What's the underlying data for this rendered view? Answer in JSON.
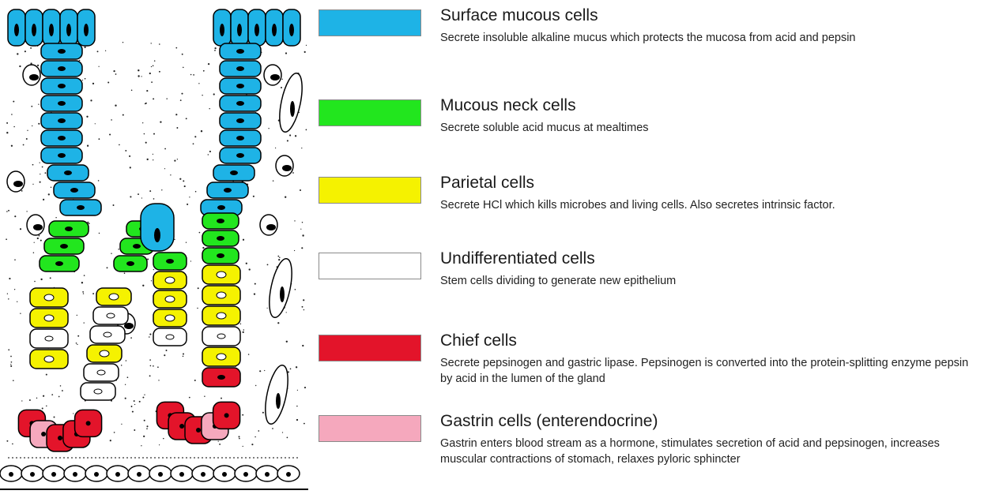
{
  "legend": [
    {
      "name": "surface",
      "color": "#1eb3e6",
      "title": "Surface mucous cells",
      "description": "Secrete insoluble alkaline mucus which protects the mucosa from acid and pepsin"
    },
    {
      "name": "mucous-neck",
      "color": "#22e61e",
      "title": "Mucous neck cells",
      "description": "Secrete soluble acid mucus at mealtimes"
    },
    {
      "name": "parietal",
      "color": "#f5f200",
      "title": "Parietal cells",
      "description": "Secrete HCl which kills microbes and  living cells.  Also secretes intrinsic factor."
    },
    {
      "name": "undifferentiated",
      "color": "#ffffff",
      "title": "Undifferentiated cells",
      "description": "Stem cells dividing to generate new epithelium"
    },
    {
      "name": "chief",
      "color": "#e3142a",
      "title": "Chief cells",
      "description": "Secrete pepsinogen and gastric lipase. Pepsinogen is converted into the protein-splitting enzyme pepsin by acid in the lumen of the gland"
    },
    {
      "name": "gastrin",
      "color": "#f5a8bd",
      "title": "Gastrin cells (enterendocrine)",
      "description": "Gastrin enters blood stream as a hormone, stimulates secretion of acid and pepsinogen, increases muscular contractions of stomach, relaxes pyloric sphincter"
    }
  ]
}
